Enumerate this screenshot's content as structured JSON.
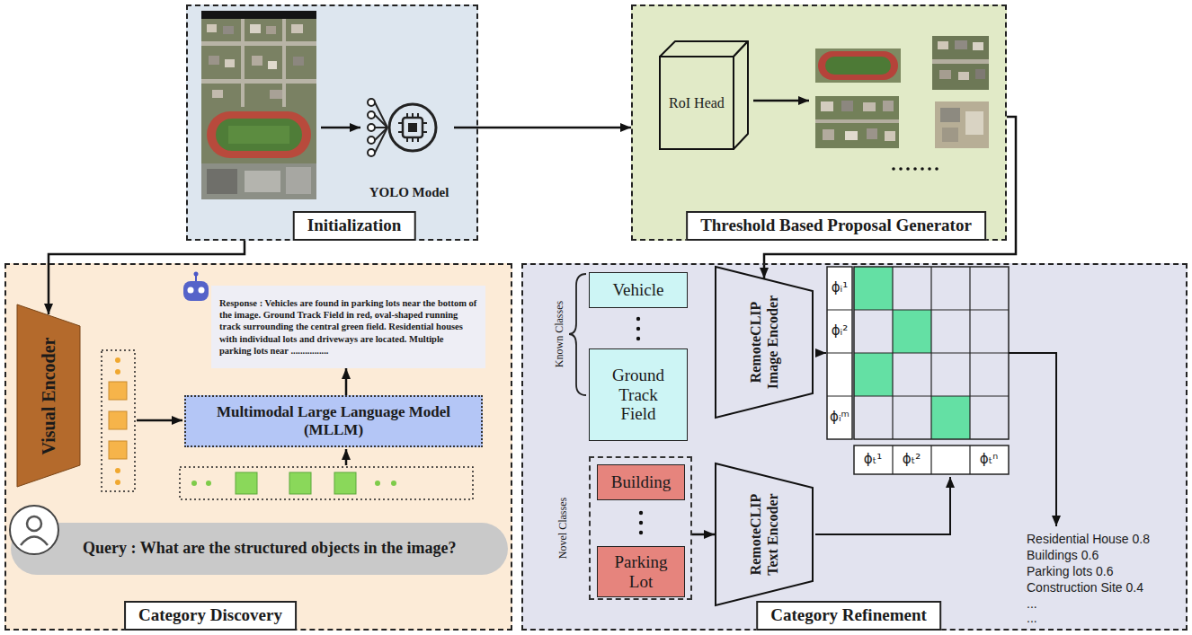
{
  "diagram": {
    "nodes": [
      {
        "text": [
          "Initialization"
        ]
      },
      {
        "text": [
          "YOLO Model"
        ],
        "in": 0
      },
      {
        "text": [
          "Threshold Based Proposal Generator"
        ]
      },
      {
        "text": [
          "RoI Head"
        ],
        "in": 2
      },
      {
        "text": [
          "Category Discovery"
        ]
      },
      {
        "text": [
          "Response : Vehicles are found in parking lots near the bottom of the image. Ground Track Field in red, oval-shaped running track surrounding the central green field. Residential houses with individual lots and driveways are located. Multiple parking lots near ................"
        ],
        "in": 4
      },
      {
        "text": [
          "Visual Encoder"
        ],
        "in": 4
      },
      {
        "text": [
          "Multimodal Large Language Model (MLLM)"
        ],
        "in": 4
      },
      {
        "text": [
          "Query : What are the structured objects in the image?"
        ],
        "in": 4
      },
      {
        "text": [
          "Category Refinement"
        ]
      },
      {
        "text": [
          "Vehicle"
        ],
        "in": 9
      },
      {
        "text": [
          "Ground Track Field"
        ],
        "in": 9
      },
      {
        "text": [
          "Novel Classes"
        ],
        "in": 9
      },
      {
        "text": [
          "Building"
        ],
        "in": 12
      },
      {
        "text": [
          "Parking Lot"
        ],
        "in": 12
      },
      {
        "text": [
          "RemoteCLIP Image Encoder"
        ],
        "in": 9
      },
      {
        "text": [
          "RemoteCLIP Text Encoder"
        ],
        "in": 9
      }
    ],
    "edges": [
      {
        "from": 1,
        "to": 2,
        "arrow": "to"
      },
      {
        "from": 0,
        "to": 6,
        "arrow": "to"
      },
      {
        "from": 2,
        "to": 15,
        "arrow": "to"
      },
      {
        "from": 7,
        "to": 5,
        "arrow": "to"
      },
      {
        "from": 12,
        "to": 16,
        "arrow": "to"
      }
    ],
    "labels": [
      "Known Classes",
      "ϕᵢ¹",
      "ϕᵢ²",
      "ϕᵢᵐ",
      "ϕₜ¹",
      "ϕₜ²",
      "ϕₜⁿ",
      "Residential House 0.8",
      "Buildings 0.6",
      "Parking lots 0.6",
      "Construction Site 0.4",
      "...",
      "..."
    ]
  }
}
